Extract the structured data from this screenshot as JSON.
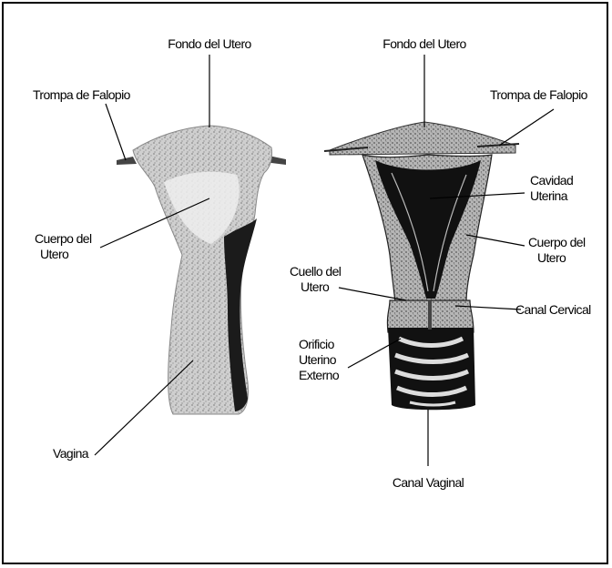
{
  "colors": {
    "ink": "#000000",
    "tissue": "#c8c8c8",
    "dark": "#1a1a1a",
    "background": "#ffffff"
  },
  "left_labels": {
    "fondo": "Fondo del Utero",
    "trompa": "Trompa de Falopio",
    "cuerpo_line1": "Cuerpo del",
    "cuerpo_line2": "Utero",
    "vagina": "Vagina"
  },
  "right_labels": {
    "fondo": "Fondo del Utero",
    "trompa": "Trompa de Falopio",
    "cavidad_line1": "Cavidad",
    "cavidad_line2": "Uterina",
    "cuerpo_line1": "Cuerpo del",
    "cuerpo_line2": "Utero",
    "cuello_line1": "Cuello del",
    "cuello_line2": "Utero",
    "canal_cervical": "Canal Cervical",
    "orificio_line1": "Orificio",
    "orificio_line2": "Uterino",
    "orificio_line3": "Externo",
    "canal_vaginal": "Canal Vaginal"
  }
}
